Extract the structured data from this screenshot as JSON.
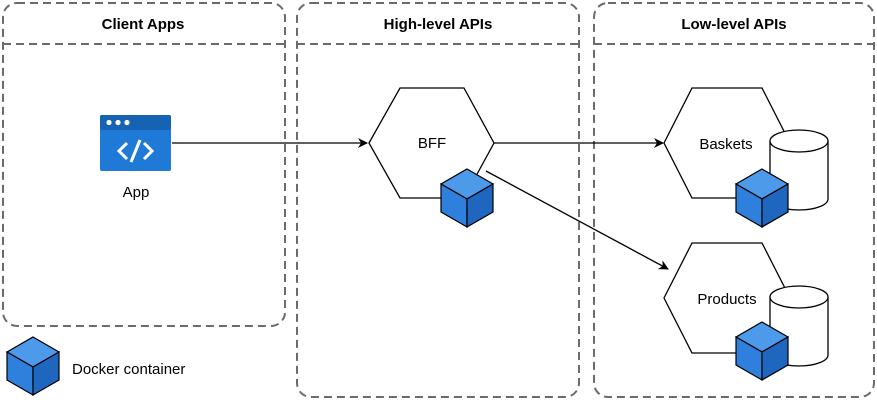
{
  "panels": {
    "client": {
      "title": "Client Apps"
    },
    "high": {
      "title": "High-level APIs"
    },
    "low": {
      "title": "Low-level APIs"
    }
  },
  "nodes": {
    "app": {
      "label": "App"
    },
    "bff": {
      "label": "BFF"
    },
    "baskets": {
      "label": "Baskets"
    },
    "products": {
      "label": "Products"
    }
  },
  "legend": {
    "docker_label": "Docker container"
  },
  "colors": {
    "cube_front": "#2f7fdc",
    "cube_top": "#4d99ea",
    "cube_side": "#1f66bf",
    "app_window": "#1f79d6",
    "app_bar": "#1763b3"
  }
}
